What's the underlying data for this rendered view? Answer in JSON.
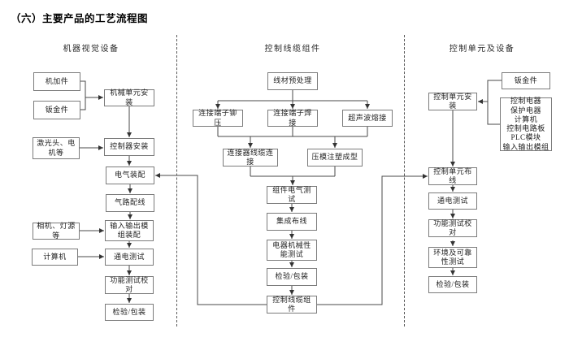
{
  "title": "（六）主要产品的工艺流程图",
  "colors": {
    "line": "#4a4a4a",
    "box_border": "#7b7b7b",
    "text": "#222222"
  },
  "columns": {
    "left": {
      "header": "机器视觉设备"
    },
    "middle": {
      "header": "控制线缆组件"
    },
    "right": {
      "header": "控制单元及设备"
    }
  },
  "nodes": {
    "machined_parts": "机加件",
    "sheet_metal_left": "钣金件",
    "mech_unit_install": "机械单元安装",
    "laser_motor_input": "激光头、电机等",
    "controller_install": "控制器安装",
    "electrical_assembly": "电气装配",
    "pneumatic_wiring": "气路配线",
    "io_module_assembly": "输入输出模组装配",
    "camera_light_input": "相机、灯源等",
    "computer_left": "计算机",
    "power_on_test_left": "通电测试",
    "function_test_left": "功能测试校对",
    "inspection_left": "检验/包装",
    "wire_pretreatment": "线材预处理",
    "terminal_crimping": "连接端子铆压",
    "terminal_welding": "连接端子焊接",
    "ultrasonic_welding": "超声波熔接",
    "connector_cable_connect": "连接器线缆连接",
    "die_injection_molding": "压模注塑成型",
    "component_electrical_test": "组件电气测试",
    "integrated_wiring": "集成布线",
    "electromech_performance_test": "电器机械性能测试",
    "inspection_middle": "检验/包装",
    "control_cable_assembly": "控制线缆组件",
    "sheet_metal_right": "钣金件",
    "control_unit_parts": [
      "控制电器",
      "保护电器",
      "计算机",
      "控制电路板",
      "PLC模块",
      "输入输出模组"
    ],
    "control_unit_install": "控制单元安装",
    "control_unit_wiring": "控制单元布线",
    "power_on_test_right": "通电测试",
    "function_test_right": "功能测试校对",
    "env_reliability_test": "环境及可靠性测试",
    "inspection_right": "检验/包装"
  }
}
